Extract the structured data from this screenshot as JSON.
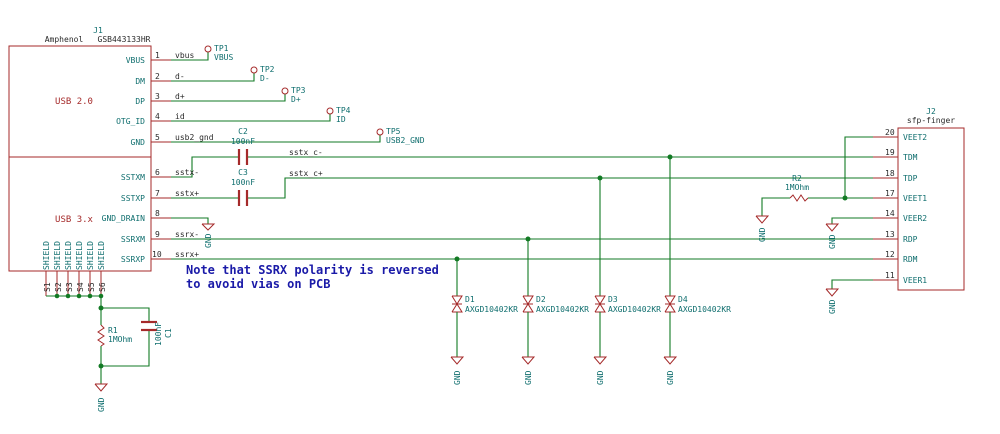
{
  "j1": {
    "ref": "J1",
    "vendor": "Amphenol",
    "part": "GSB443133HR",
    "section_usb2": "USB 2.0",
    "section_usb3": "USB 3.x",
    "pins": [
      {
        "name": "VBUS",
        "num": "1",
        "net": "vbus"
      },
      {
        "name": "DM",
        "num": "2",
        "net": "d-"
      },
      {
        "name": "DP",
        "num": "3",
        "net": "d+"
      },
      {
        "name": "OTG_ID",
        "num": "4",
        "net": "id"
      },
      {
        "name": "GND",
        "num": "5",
        "net": "usb2_gnd"
      },
      {
        "name": "SSTXM",
        "num": "6",
        "net": "sstx-"
      },
      {
        "name": "SSTXP",
        "num": "7",
        "net": "sstx+"
      },
      {
        "name": "GND_DRAIN",
        "num": "8",
        "net": ""
      },
      {
        "name": "SSRXM",
        "num": "9",
        "net": "ssrx-"
      },
      {
        "name": "SSRXP",
        "num": "10",
        "net": "ssrx+"
      }
    ],
    "shield_label": "SHIELD",
    "shield_pins": [
      "S1",
      "S2",
      "S3",
      "S4",
      "S5",
      "S6"
    ]
  },
  "test_points": [
    {
      "ref": "TP1",
      "value": "VBUS"
    },
    {
      "ref": "TP2",
      "value": "D-"
    },
    {
      "ref": "TP3",
      "value": "D+"
    },
    {
      "ref": "TP4",
      "value": "ID"
    },
    {
      "ref": "TP5",
      "value": "USB2_GND"
    }
  ],
  "caps": [
    {
      "ref": "C2",
      "value": "100nF"
    },
    {
      "ref": "C3",
      "value": "100nF"
    },
    {
      "ref": "C1",
      "value": "100nF"
    }
  ],
  "resistors": [
    {
      "ref": "R1",
      "value": "1MOhm"
    },
    {
      "ref": "R2",
      "value": "1MOhm"
    }
  ],
  "nets": {
    "sstx_c_minus": "sstx_c-",
    "sstx_c_plus": "sstx_c+"
  },
  "diodes": [
    {
      "ref": "D1",
      "value": "AXGD10402KR"
    },
    {
      "ref": "D2",
      "value": "AXGD10402KR"
    },
    {
      "ref": "D3",
      "value": "AXGD10402KR"
    },
    {
      "ref": "D4",
      "value": "AXGD10402KR"
    }
  ],
  "j2": {
    "ref": "J2",
    "part": "sfp-finger",
    "pins": [
      {
        "num": "20",
        "name": "VEET2"
      },
      {
        "num": "19",
        "name": "TDM"
      },
      {
        "num": "18",
        "name": "TDP"
      },
      {
        "num": "17",
        "name": "VEET1"
      },
      {
        "num": "14",
        "name": "VEER2"
      },
      {
        "num": "13",
        "name": "RDP"
      },
      {
        "num": "12",
        "name": "RDM"
      },
      {
        "num": "11",
        "name": "VEER1"
      }
    ]
  },
  "gnd_label": "GND",
  "note": {
    "line1": "Note that SSRX polarity is reversed",
    "line2": "to avoid vias on PCB"
  }
}
